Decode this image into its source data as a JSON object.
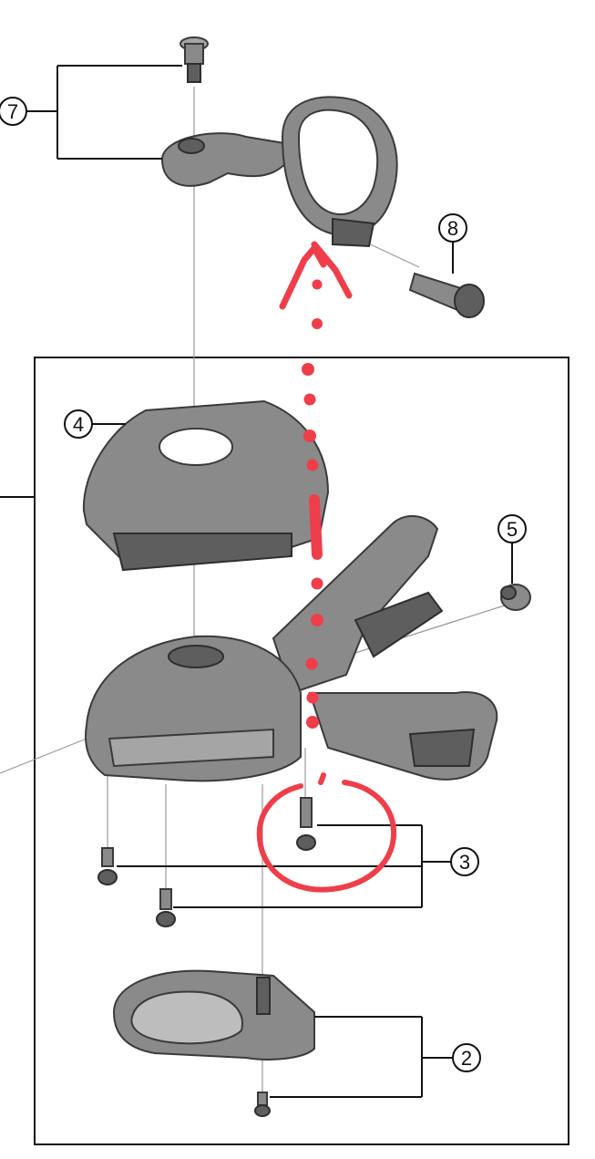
{
  "callouts": [
    {
      "id": "7",
      "label": "7"
    },
    {
      "id": "8",
      "label": "8"
    },
    {
      "id": "4",
      "label": "4"
    },
    {
      "id": "5",
      "label": "5"
    },
    {
      "id": "3",
      "label": "3"
    },
    {
      "id": "2",
      "label": "2"
    }
  ],
  "colors": {
    "annotation": "#ef3e4a",
    "part_fill": "#8a8a8a",
    "part_stroke": "#3a3a3a",
    "line": "#111111"
  }
}
